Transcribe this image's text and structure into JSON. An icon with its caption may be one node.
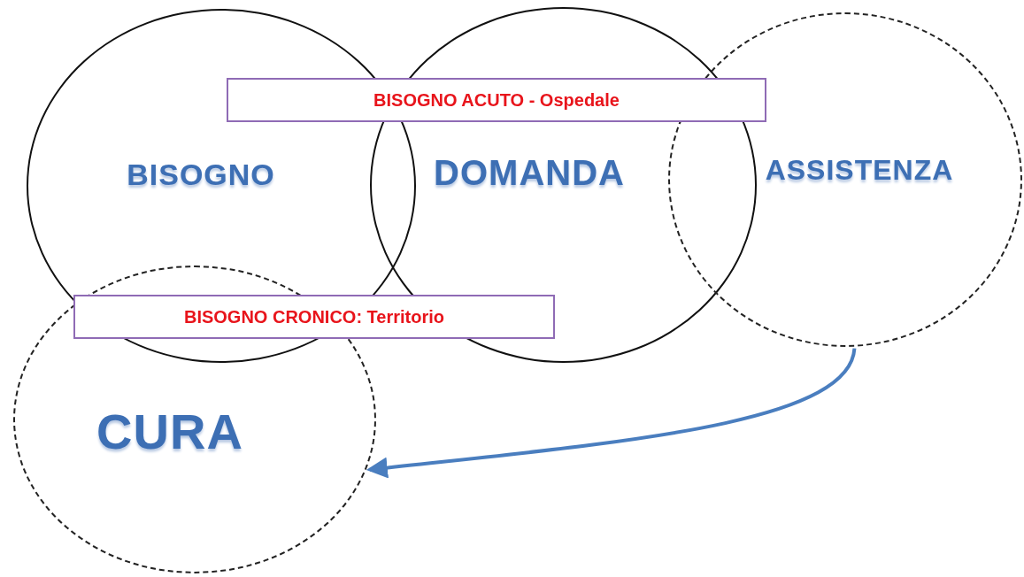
{
  "diagram": {
    "nodes": [
      {
        "text": [
          "BISOGNO"
        ]
      },
      {
        "text": [
          "DOMANDA"
        ]
      },
      {
        "text": [
          "ASSISTENZA"
        ]
      },
      {
        "text": [
          "BISOGNO ACUTO - Ospedale"
        ]
      },
      {
        "text": [
          "BISOGNO CRONICO: Territorio"
        ]
      },
      {
        "text": [
          "CURA"
        ]
      }
    ],
    "edges": [
      {
        "from": 2,
        "to": 5,
        "arrow": "to"
      }
    ]
  }
}
